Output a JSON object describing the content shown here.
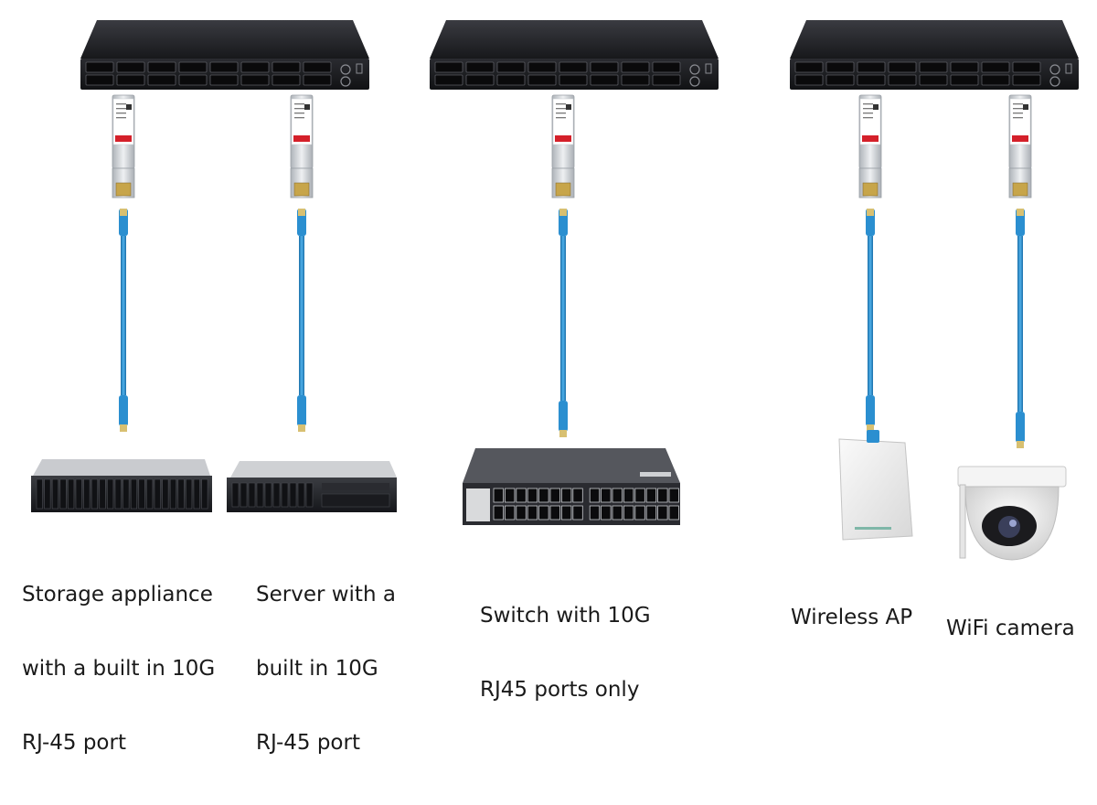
{
  "colors": {
    "switch_body": "#1c1d21",
    "switch_top": "#2b2c31",
    "cable": "#2c8fd0",
    "cable_dark": "#1a6ea8",
    "module_silver": "#cfd3d8",
    "module_label": "#ffffff",
    "module_red": "#d4202a",
    "device_white": "#eeeeee",
    "text": "#1a1a1a"
  },
  "icons": {
    "core_switch": "core-switch-icon",
    "sfp_module": "sfp-rj45-transceiver-icon",
    "cable": "cat6-cable-icon",
    "storage": "storage-appliance-icon",
    "server": "rack-server-icon",
    "access_switch": "rj45-switch-icon",
    "ap": "wireless-ap-icon",
    "camera": "dome-camera-icon"
  },
  "captions": {
    "storage": {
      "lines": [
        "Storage appliance",
        "with a built in 10G",
        "RJ-45 port"
      ]
    },
    "server": {
      "lines": [
        "Server with a",
        "built in 10G",
        "RJ-45 port"
      ]
    },
    "switch": {
      "lines": [
        "Switch with 10G",
        "RJ45 ports only"
      ]
    },
    "ap": {
      "lines": [
        "Wireless AP"
      ]
    },
    "camera": {
      "lines": [
        "WiFi camera"
      ]
    }
  }
}
